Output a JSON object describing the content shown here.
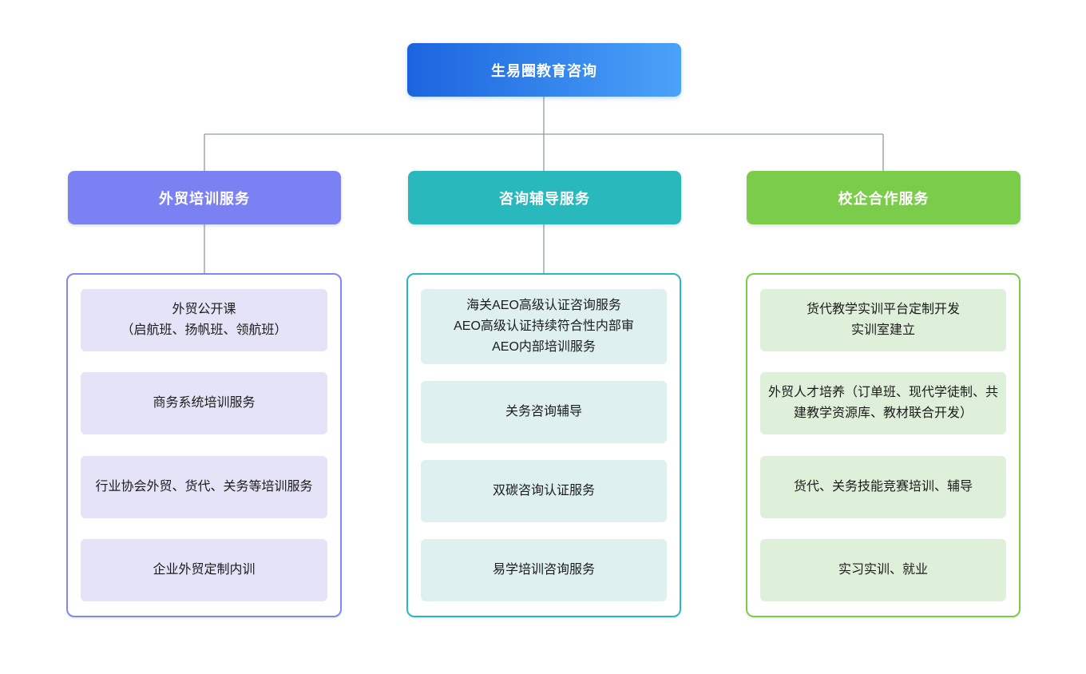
{
  "diagram": {
    "type": "org-chart",
    "root": {
      "label": "生易圈教育咨询"
    },
    "branches": [
      {
        "id": "trade-training",
        "label": "外贸培训服务",
        "color": "#7b80f2",
        "item_bg": "#e5e3f7",
        "items": [
          "外贸公开课\n（启航班、扬帆班、领航班）",
          "商务系统培训服务",
          "行业协会外贸、货代、关务等培训服务",
          "企业外贸定制内训"
        ]
      },
      {
        "id": "consulting-coaching",
        "label": "咨询辅导服务",
        "color": "#29b8bc",
        "item_bg": "#def0f0",
        "items": [
          "海关AEO高级认证咨询服务\nAEO高级认证持续符合性内部审\nAEO内部培训服务",
          "关务咨询辅导",
          "双碳咨询认证服务",
          "易学培训咨询服务"
        ]
      },
      {
        "id": "school-enterprise",
        "label": "校企合作服务",
        "color": "#7bcc4a",
        "item_bg": "#dff0da",
        "items": [
          "货代教学实训平台定制开发\n实训室建立",
          "外贸人才培养（订单班、现代学徒制、共建教学资源库、教材联合开发）",
          "货代、关务技能竞赛培训、辅导",
          "实习实训、就业"
        ]
      }
    ],
    "palette": {
      "root_gradient_start": "#1b64df",
      "root_gradient_end": "#4ba2f8",
      "connector_line": "#8e9aa6",
      "background": "#ffffff",
      "card_text": "#1c1c1c"
    }
  }
}
